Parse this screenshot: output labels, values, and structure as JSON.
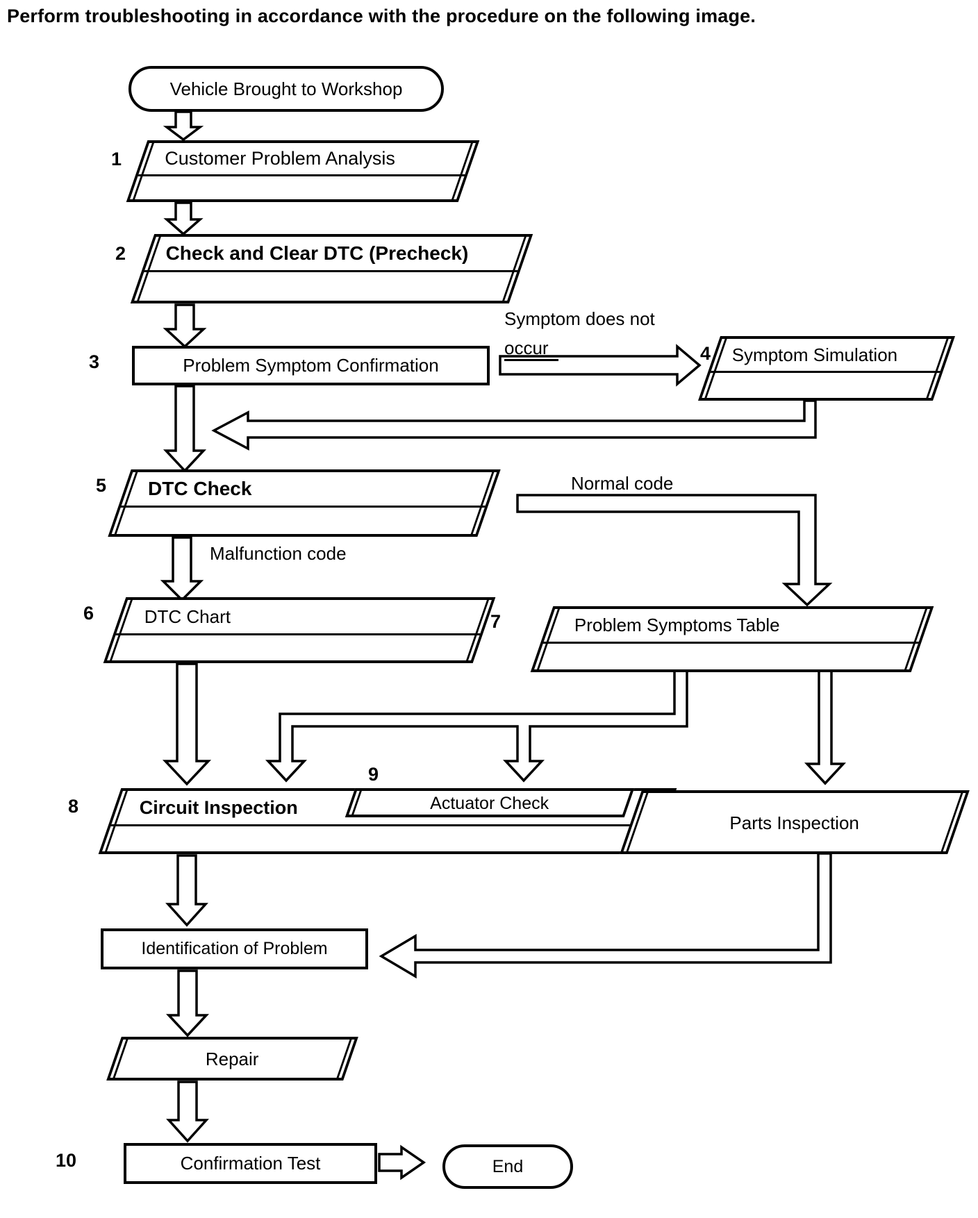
{
  "title": "Perform troubleshooting in accordance with the procedure on the following image.",
  "colors": {
    "ink": "#000000",
    "background": "#ffffff"
  },
  "nodes": {
    "start": {
      "type": "terminator",
      "label": "Vehicle Brought to Workshop"
    },
    "s1": {
      "number": "1",
      "type": "process",
      "label": "Customer Problem Analysis"
    },
    "s2": {
      "number": "2",
      "type": "process",
      "label": "Check and Clear DTC (Precheck)"
    },
    "s3": {
      "number": "3",
      "type": "process",
      "label": "Problem Symptom Confirmation"
    },
    "s4": {
      "number": "4",
      "type": "process",
      "label": "Symptom Simulation"
    },
    "s5": {
      "number": "5",
      "type": "process",
      "label": "DTC Check"
    },
    "s6": {
      "number": "6",
      "type": "process",
      "label": "DTC Chart"
    },
    "s7": {
      "number": "7",
      "type": "process",
      "label": "Problem Symptoms Table"
    },
    "s8": {
      "number": "8",
      "type": "process",
      "label": "Circuit Inspection"
    },
    "s9": {
      "number": "9",
      "type": "process",
      "label": "Actuator Check"
    },
    "parts": {
      "type": "process",
      "label": "Parts Inspection"
    },
    "ident": {
      "type": "process",
      "label": "Identification of Problem"
    },
    "repair": {
      "type": "process",
      "label": "Repair"
    },
    "s10": {
      "number": "10",
      "type": "process",
      "label": "Confirmation Test"
    },
    "end": {
      "type": "terminator",
      "label": "End"
    }
  },
  "edge_labels": {
    "symptom_line1": "Symptom does not",
    "symptom_line2": "occur",
    "normal_code": "Normal code",
    "malfunction_code": "Malfunction code"
  },
  "edges": [
    {
      "from": "start",
      "to": "1"
    },
    {
      "from": "1",
      "to": "2"
    },
    {
      "from": "2",
      "to": "3"
    },
    {
      "from": "3",
      "to": "4",
      "label": "Symptom does not occur"
    },
    {
      "from": "4",
      "to": "5"
    },
    {
      "from": "3",
      "to": "5"
    },
    {
      "from": "5",
      "to": "6",
      "label": "Malfunction code"
    },
    {
      "from": "5",
      "to": "7",
      "label": "Normal code"
    },
    {
      "from": "6",
      "to": "8"
    },
    {
      "from": "7",
      "to": "8"
    },
    {
      "from": "7",
      "to": "9"
    },
    {
      "from": "7",
      "to": "parts"
    },
    {
      "from": "8",
      "to": "ident"
    },
    {
      "from": "parts",
      "to": "ident"
    },
    {
      "from": "ident",
      "to": "repair"
    },
    {
      "from": "repair",
      "to": "10"
    },
    {
      "from": "10",
      "to": "end"
    }
  ]
}
